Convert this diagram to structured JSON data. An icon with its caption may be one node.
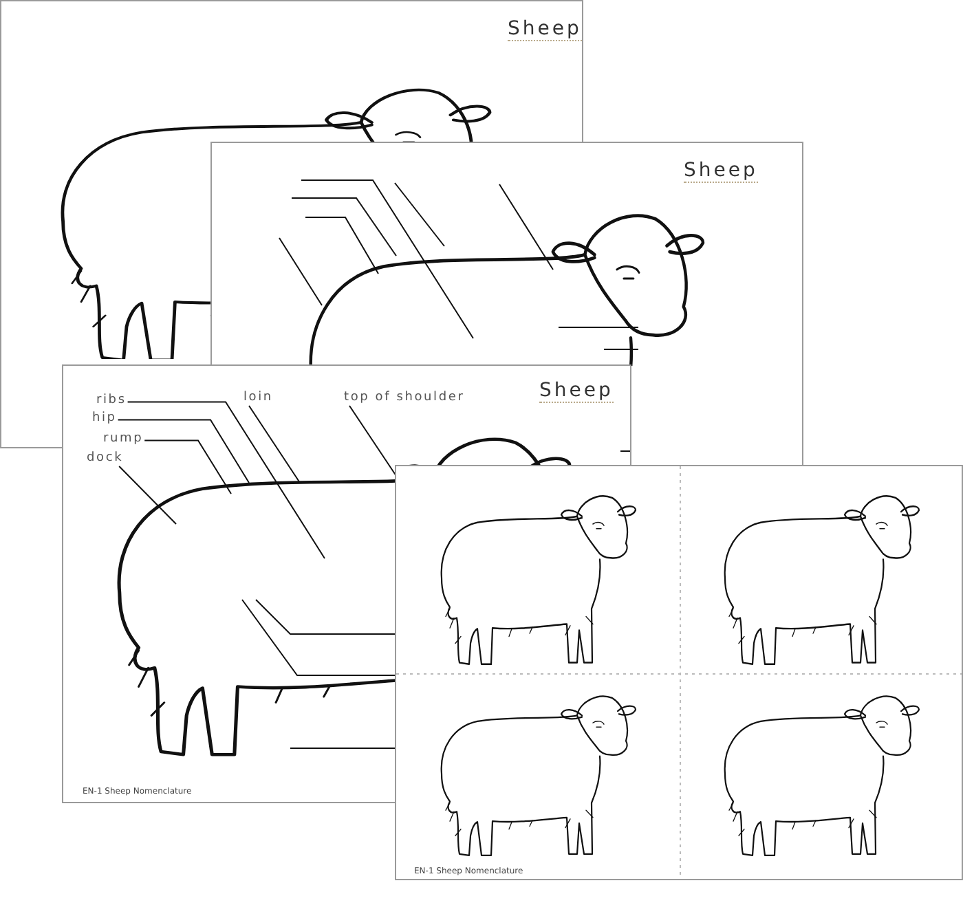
{
  "diagram": {
    "nodes": [
      {
        "text": [
          "ribs"
        ]
      },
      {
        "text": [
          "hip"
        ]
      },
      {
        "text": [
          "rump"
        ]
      },
      {
        "text": [
          "dock"
        ]
      },
      {
        "text": [
          "loin"
        ]
      },
      {
        "text": [
          "top of shoulder"
        ]
      }
    ],
    "edges": [
      {
        "from": 0,
        "to": null,
        "arrow": "none"
      },
      {
        "from": 1,
        "to": null,
        "arrow": "none"
      },
      {
        "from": 2,
        "to": null,
        "arrow": "none"
      },
      {
        "from": 3,
        "to": null,
        "arrow": "none"
      },
      {
        "from": 4,
        "to": null,
        "arrow": "none"
      },
      {
        "from": 5,
        "to": null,
        "arrow": "none"
      }
    ],
    "labels": [
      "Sheep",
      "Sheep",
      "Sheep",
      "EN-1 Sheep Nomenclature",
      "EN-1 Sheep Nomenclature"
    ]
  }
}
